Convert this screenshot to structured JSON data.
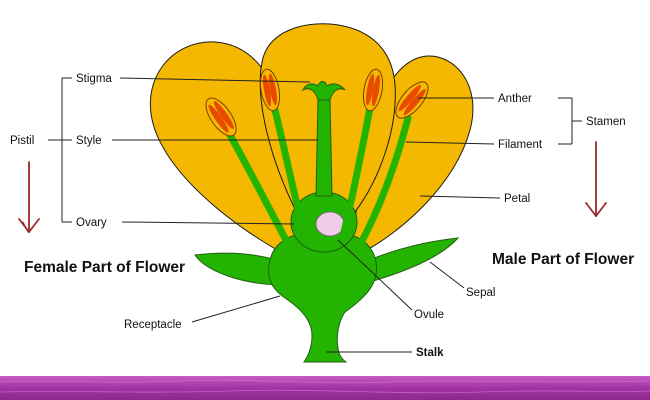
{
  "diagram": {
    "labels": {
      "stigma": "Stigma",
      "style": "Style",
      "ovary": "Ovary",
      "pistil": "Pistil",
      "anther": "Anther",
      "filament": "Filament",
      "stamen": "Stamen",
      "petal": "Petal",
      "sepal": "Sepal",
      "ovule": "Ovule",
      "receptacle": "Receptacle",
      "stalk": "Stalk"
    },
    "captions": {
      "female": "Female Part of Flower",
      "male": "Male Part of Flower"
    },
    "colors": {
      "petal": "#f5b800",
      "green": "#22b400",
      "anther": "#e84a00",
      "ovule": "#f0cde6",
      "arrow": "#9c2a2a",
      "bottom_band": "#a83aa8"
    }
  }
}
